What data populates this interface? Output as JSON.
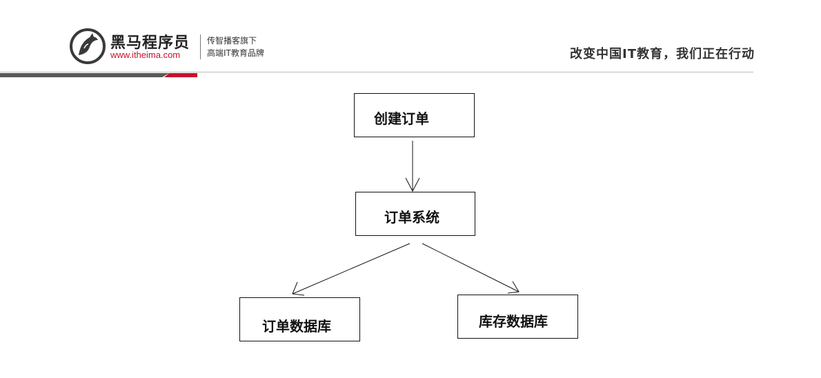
{
  "header": {
    "brand_name": "黑马程序员",
    "brand_url": "www.itheima.com",
    "tagline_line1": "传智播客旗下",
    "tagline_line2": "高端IT教育品牌",
    "slogan": "改变中国IT教育，我们正在行动",
    "brand_red": "#c8102e",
    "bar_gray": "#5a5a5a"
  },
  "diagram": {
    "nodes": {
      "create_order": "创建订单",
      "order_system": "订单系统",
      "order_db": "订单数据库",
      "inventory_db": "库存数据库"
    },
    "edges": [
      {
        "from": "create_order",
        "to": "order_system"
      },
      {
        "from": "order_system",
        "to": "order_db"
      },
      {
        "from": "order_system",
        "to": "inventory_db"
      }
    ]
  }
}
